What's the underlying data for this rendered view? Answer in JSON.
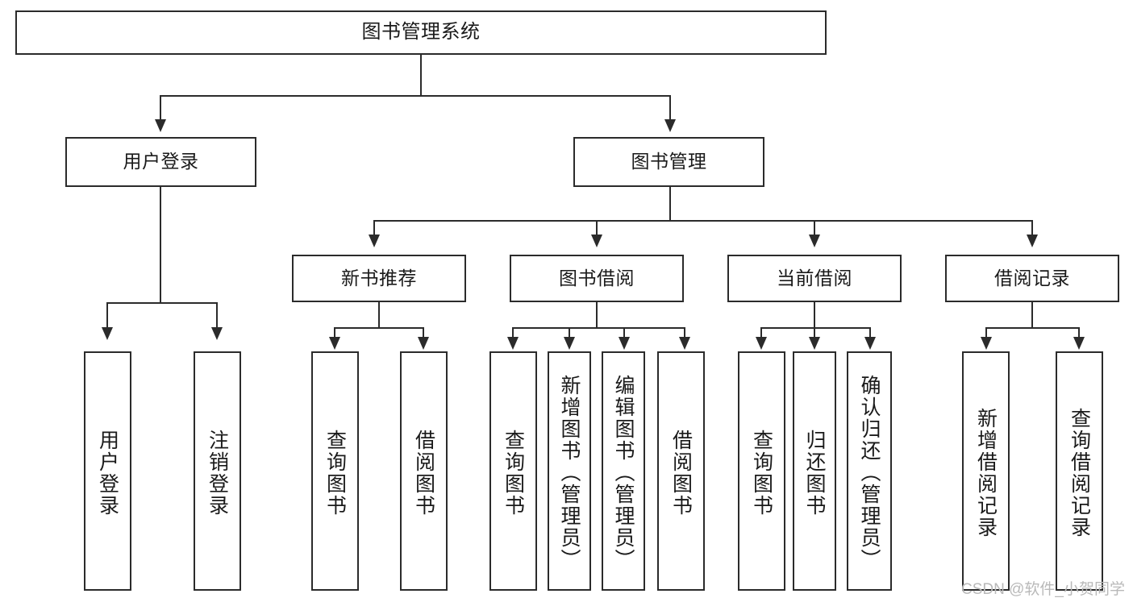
{
  "diagram": {
    "title": "图书管理系统",
    "type": "tree-hierarchy",
    "orientation": "top-down"
  },
  "root": {
    "label": "图书管理系统"
  },
  "level2": [
    {
      "label": "用户登录"
    },
    {
      "label": "图书管理"
    }
  ],
  "level3": [
    {
      "label": "新书推荐"
    },
    {
      "label": "图书借阅"
    },
    {
      "label": "当前借阅"
    },
    {
      "label": "借阅记录"
    }
  ],
  "leaves": {
    "user_login": [
      {
        "label": "用户登录"
      },
      {
        "label": "注销登录"
      }
    ],
    "new_book": [
      {
        "label": "查询图书"
      },
      {
        "label": "借阅图书"
      }
    ],
    "book_borrow": [
      {
        "label": "查询图书"
      },
      {
        "label": "新增图书（管理员）"
      },
      {
        "label": "编辑图书（管理员）"
      },
      {
        "label": "借阅图书"
      }
    ],
    "current_borrow": [
      {
        "label": "查询图书"
      },
      {
        "label": "归还图书"
      },
      {
        "label": "确认归还（管理员）"
      }
    ],
    "borrow_record": [
      {
        "label": "新增借阅记录"
      },
      {
        "label": "查询借阅记录"
      }
    ]
  },
  "watermark": {
    "text": "CSDN @软件_小贺同学"
  },
  "colors": {
    "stroke": "#2b2b2b",
    "background": "#ffffff",
    "text": "#1a1a1a",
    "watermark": "#b9b9b9"
  }
}
